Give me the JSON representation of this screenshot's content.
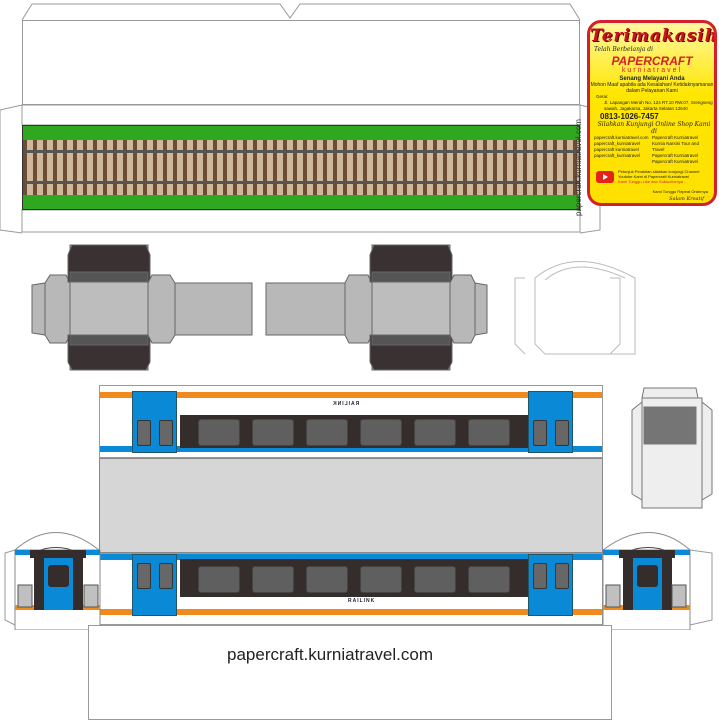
{
  "flap_text": "papercraft.kurniatravel.com",
  "footer_url": "papercraft.kurniatravel.com",
  "train_logo": "RAILINK",
  "colors": {
    "orange_stripe": "#f08a1c",
    "blue_stripe": "#0a8ad6",
    "window_band": "#342d2b",
    "roof_grey": "#d6d6d6",
    "bogie_grey": "#b8b8b8",
    "grass": "#2fa81f",
    "card_red": "#d3202a",
    "card_yellow": "#ffe600"
  },
  "card": {
    "title": "Terimakasih",
    "subtitle": "Telah Berbelanja di",
    "brand": "PAPERCRAFT",
    "brand_sub": "kurniatravel",
    "greeting": "Senang Melayani Anda",
    "apology": "Mohon Maaf apabila ada Kesalahan/ Ketidaknyamanan dalam Pelayanan Kami",
    "address_label": "Gerai:",
    "address": "Jl. Lapangan Merah No. 124 RT.10 RW.07, Srengseng sawah, Jagakarsa, Jakarta Selatan 12640",
    "phone": "0813-1026-7457",
    "visit_text": "Silahkan Kunjungi Online Shop Kami di",
    "shops_left": [
      "papercraft.kurniatravel.com",
      "papercraft_kurniatravel",
      "papercraft kurniatravel",
      "papercraft_kurniatravel"
    ],
    "shops_right": [
      "Papercraft Kurniatravel",
      "Kurnia Narsini Tour and Travel",
      "Papercraft Kurniatravel",
      "Papercraft Kurniatravel"
    ],
    "youtube_text": "Petunjuk Perakitan silahkan kunjungi Channel Youtube Kami di Papercraft Kurniatravel",
    "youtube_cta": "Kami Tunggu Like dan Subscribenya",
    "wait_text": "Kami Tunggu Repeat Ordernya",
    "signature": "Salam Kreatif"
  }
}
